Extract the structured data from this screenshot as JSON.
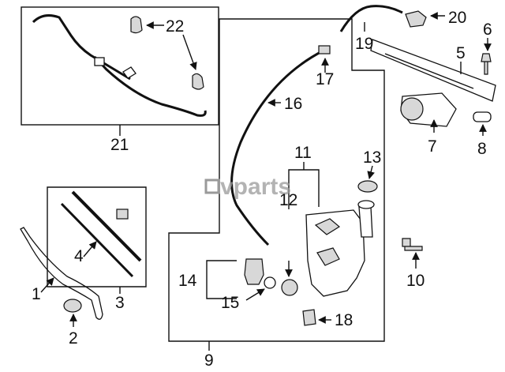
{
  "watermark": {
    "text": "vparts"
  },
  "callouts": {
    "n1": "1",
    "n2": "2",
    "n3": "3",
    "n4": "4",
    "n5": "5",
    "n6": "6",
    "n7": "7",
    "n8": "8",
    "n9": "9",
    "n10": "10",
    "n11": "11",
    "n12": "12",
    "n13": "13",
    "n14": "14",
    "n15": "15",
    "n16": "16",
    "n17": "17",
    "n18": "18",
    "n19": "19",
    "n20": "20",
    "n21": "21",
    "n22": "22"
  }
}
